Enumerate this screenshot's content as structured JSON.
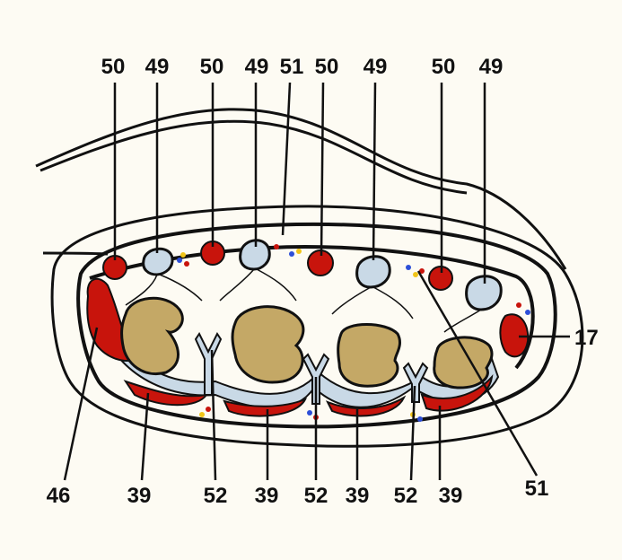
{
  "colors": {
    "background": "#fdfbf3",
    "outline": "#111111",
    "muscle_red": "#c8140c",
    "tendon_tan": "#c4a866",
    "sheath_blue": "#c9d9e6",
    "fat_blue": "#2d4fd8",
    "fat_yellow": "#f0c419"
  },
  "labels": {
    "top": [
      "50",
      "49",
      "50",
      "49",
      "51",
      "50",
      "49",
      "50",
      "49"
    ],
    "bottom": [
      "46",
      "39",
      "52",
      "39",
      "52",
      "39",
      "52",
      "39",
      "51"
    ],
    "right": "17"
  }
}
